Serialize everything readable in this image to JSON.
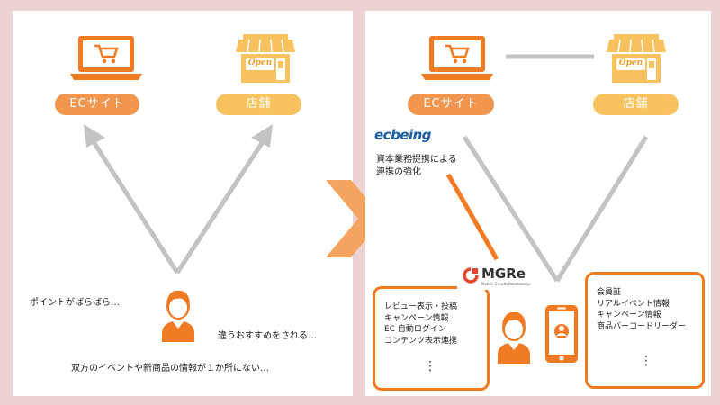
{
  "left": {
    "ec_label": "ECサイト",
    "store_label": "店舗",
    "store_sign": "Open",
    "bubble_points": "ポイントがばらばら…",
    "bubble_recommend": "違うおすすめをされる…",
    "bubble_info": "双方のイベントや新商品の情報が１か所にない…"
  },
  "right": {
    "ec_label": "ECサイト",
    "store_label": "店舗",
    "store_sign": "Open",
    "ecbeing_logo": "ecbeing",
    "alliance_line1": "資本業務提携による",
    "alliance_line2": "連携の強化",
    "mgre_logo": "MGRe",
    "mgre_tagline": "Mobile Growth Relationship",
    "app_features": [
      "レビュー表示・投稿",
      "キャンペーン情報",
      "EC 自動ログイン",
      "コンテンツ表示連携"
    ],
    "app_more": "⋮",
    "store_features": [
      "会員証",
      "リアルイベント情報",
      "キャンペーン情報",
      "商品バーコードリーダー"
    ],
    "store_more": "⋮"
  },
  "icons": {
    "laptop_cart": "laptop-cart-icon",
    "storefront": "storefront-icon",
    "person": "person-icon",
    "smartphone": "smartphone-icon",
    "transition_arrow": "chevron-right-icon"
  },
  "colors": {
    "orange": "#f07b22",
    "light_orange": "#f2964f",
    "yellow": "#f8c25e",
    "gray_line": "#c3c3c6",
    "background": "#ecd2d2"
  }
}
